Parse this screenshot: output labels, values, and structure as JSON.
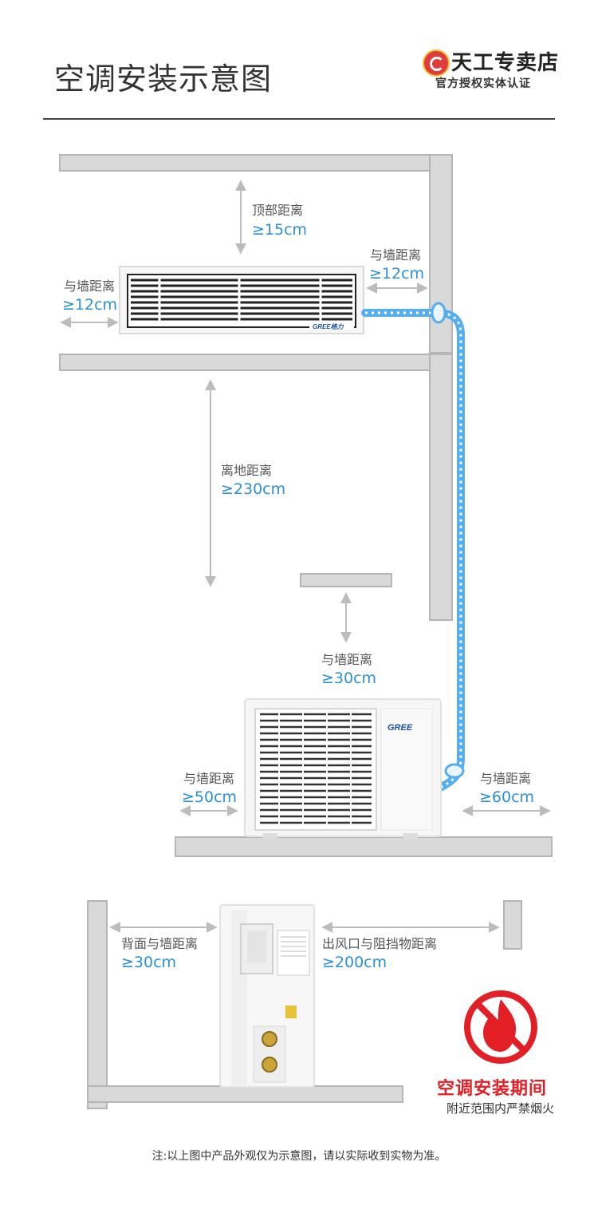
{
  "header": {
    "title": "空调安装示意图",
    "brand_name": "天工专卖店",
    "brand_sub": "官方授权实体认证"
  },
  "indoor": {
    "top_label": "顶部距离",
    "top_value": "≥15cm",
    "left_label": "与墙距离",
    "left_value": "≥12cm",
    "right_label": "与墙距离",
    "right_value": "≥12cm",
    "floor_label": "离地距离",
    "floor_value": "≥230cm",
    "logo": "GREE格力"
  },
  "outdoor": {
    "top_label": "与墙距离",
    "top_value": "≥30cm",
    "left_label": "与墙距离",
    "left_value": "≥50cm",
    "right_label": "与墙距离",
    "right_value": "≥60cm",
    "logo": "GREE"
  },
  "side": {
    "back_label": "背面与墙距离",
    "back_value": "≥30cm",
    "front_label": "出风口与阻挡物距离",
    "front_value": "≥200cm"
  },
  "warning": {
    "title": "空调安装期间",
    "subtitle": "附近范围内严禁烟火"
  },
  "footnote": "注:以上图中产品外观仅为示意图，请以实际收到实物为准。",
  "colors": {
    "accent_blue": "#2d8fd6",
    "warning_red": "#e31f26",
    "wall_gray": "#d9d9d9"
  }
}
